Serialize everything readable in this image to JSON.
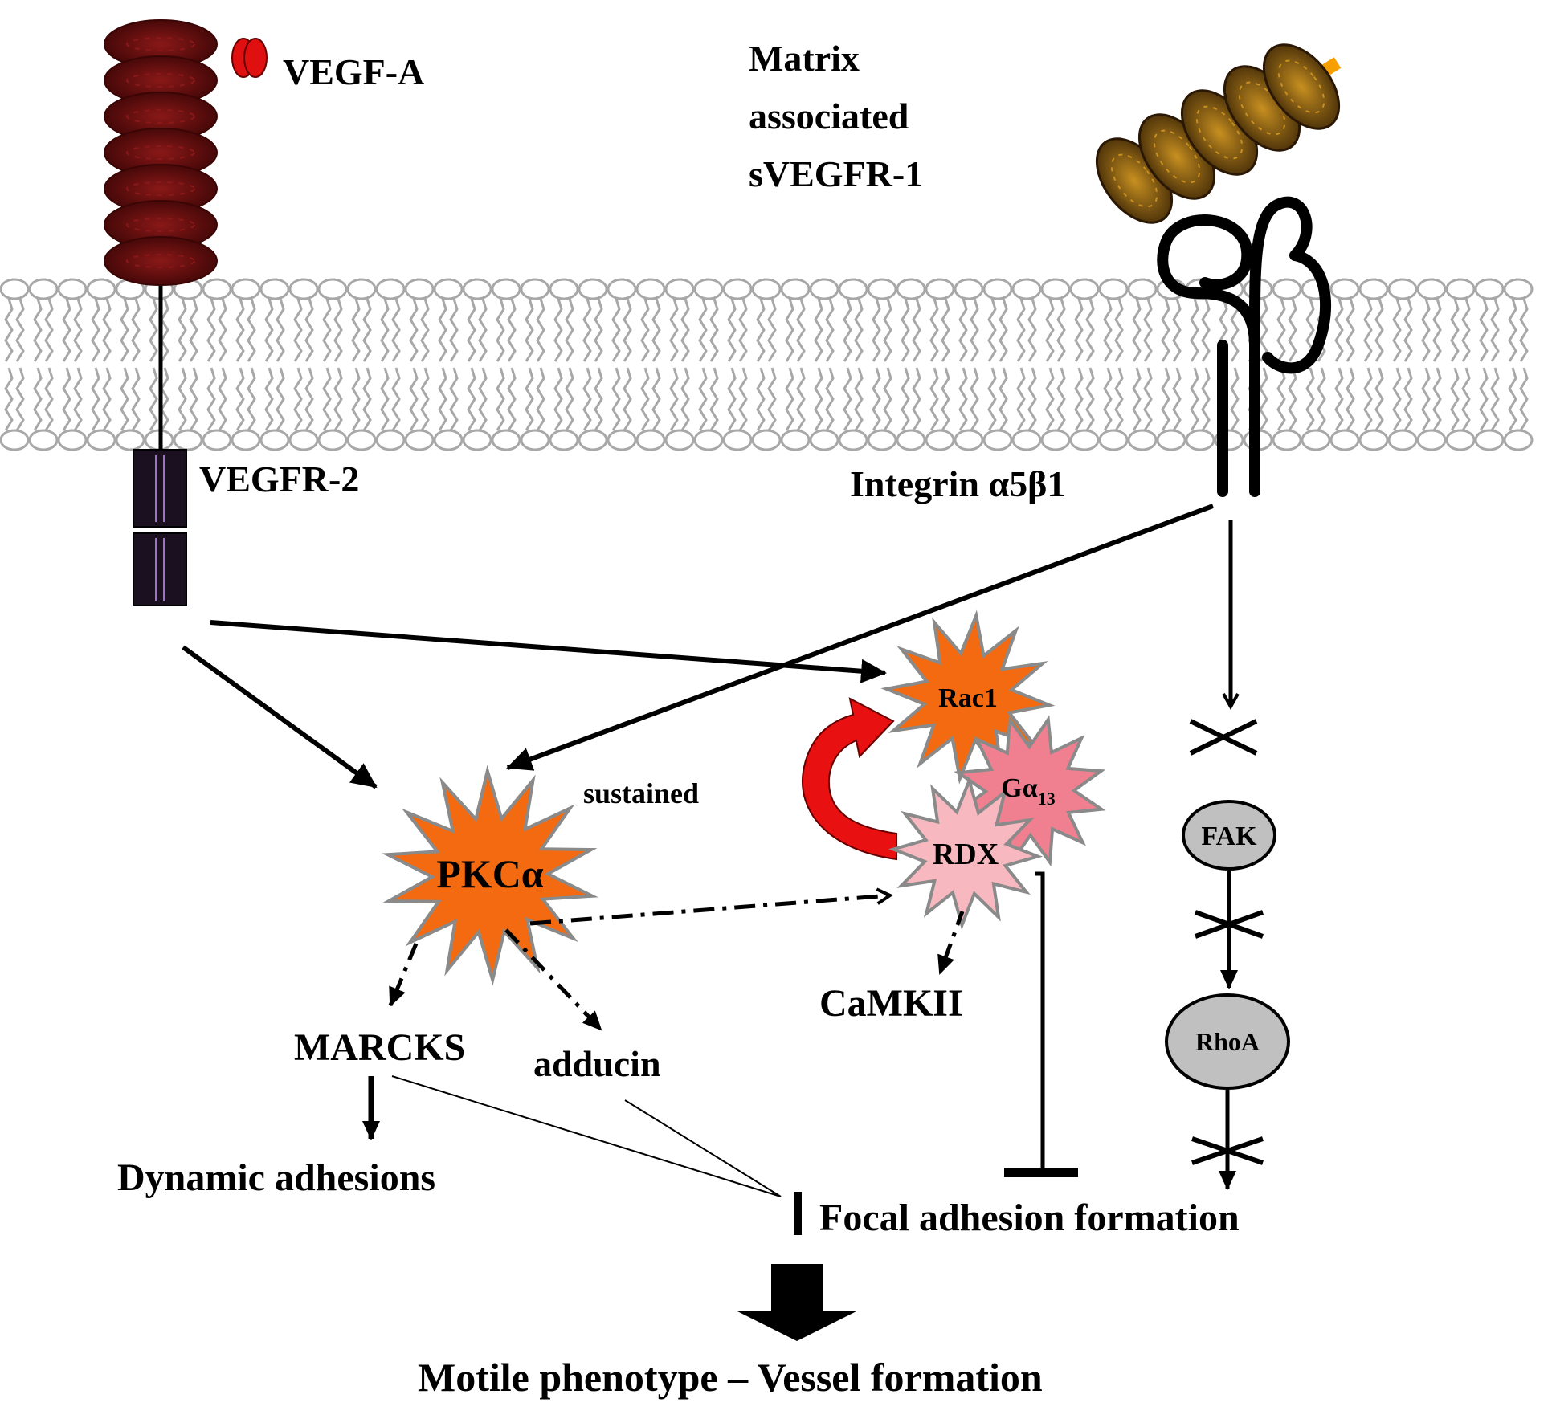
{
  "diagram": {
    "vegf_a": "VEGF-A",
    "matrix_line1": "Matrix",
    "matrix_line2": "associated",
    "matrix_line3": "sVEGFR-1",
    "vegfr2": "VEGFR-2",
    "integrin": "Integrin α5β1",
    "pkc": "PKCα",
    "rac1": "Rac1",
    "galpha": "Gα",
    "galpha_sub": "13",
    "rdx": "RDX",
    "sustained": "sustained",
    "camkii": "CaMKII",
    "marcks": "MARCKS",
    "adducin": "adducin",
    "fak": "FAK",
    "rhoa": "RhoA",
    "dynamic": "Dynamic adhesions",
    "focal": "Focal adhesion formation",
    "motile": "Motile phenotype – Vessel formation"
  },
  "colors": {
    "receptor": "#3a0505",
    "receptor_highlight": "#8a1818",
    "vegfa": "#e01010",
    "soluble_receptor": "#4a3008",
    "soluble_receptor_highlight": "#c89020",
    "anchor": "#f5a000",
    "membrane": "#a8a8a8",
    "pkc": "#f36a10",
    "rac1": "#f36a10",
    "rdx": "#f8b8c0",
    "galpha": "#f08090",
    "star_stroke": "#8a8a8a",
    "red_arrow": "#e81010",
    "gray_node": "#c0c0c0",
    "tm_domain": "#1a1020",
    "tm_stripe": "#a070d0"
  }
}
